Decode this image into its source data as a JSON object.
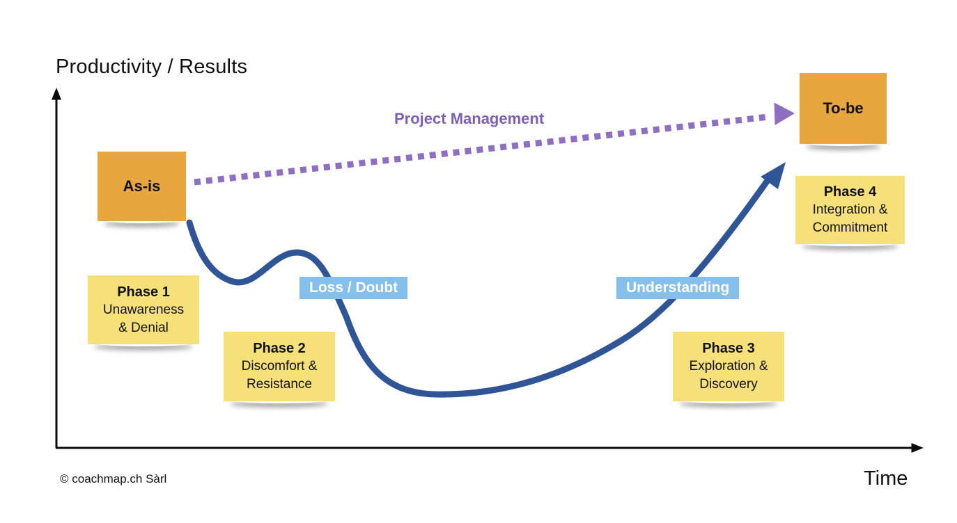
{
  "colors": {
    "sticky_orange": "#E8A63E",
    "sticky_yellow": "#F5E07A",
    "curve_blue": "#2F5596",
    "label_blue_bg": "#85BFEC",
    "label_blue_text": "#FFFFFF",
    "purple_arrow": "#8E6FC1",
    "purple_text": "#7D5FB8",
    "axis_black": "#0A0A0A",
    "text_black": "#111111"
  },
  "axes": {
    "y_axis_label": "Productivity / Results",
    "x_axis_label": "Time"
  },
  "project_management_arrow": {
    "label": "Project Management"
  },
  "sticky_notes": {
    "as_is": {
      "label": "As-is"
    },
    "to_be": {
      "label": "To-be"
    },
    "phase_1": {
      "title": "Phase 1",
      "lines": [
        "Unawareness",
        "& Denial"
      ]
    },
    "phase_2": {
      "title": "Phase 2",
      "lines": [
        "Discomfort &",
        "Resistance"
      ]
    },
    "phase_3": {
      "title": "Phase 3",
      "lines": [
        "Exploration &",
        "Discovery"
      ]
    },
    "phase_4": {
      "title": "Phase 4",
      "lines": [
        "Integration &",
        "Commitment"
      ]
    }
  },
  "curve_labels": {
    "loss_doubt": "Loss / Doubt",
    "understanding": "Understanding"
  },
  "footer": {
    "copyright": "© coachmap.ch Sàrl"
  }
}
